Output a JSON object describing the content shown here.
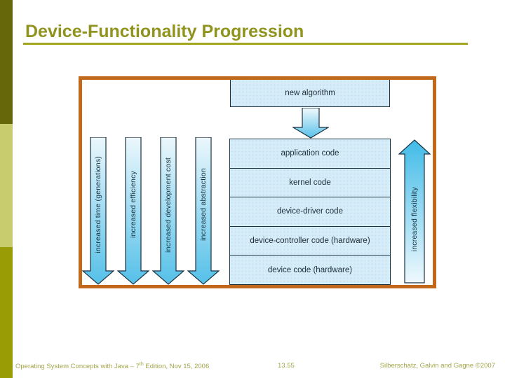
{
  "slide": {
    "title": "Device-Functionality Progression"
  },
  "diagram": {
    "top_box": "new algorithm",
    "stack_boxes": [
      "application code",
      "kernel code",
      "device-driver code",
      "device-controller code (hardware)",
      "device code (hardware)"
    ],
    "left_arrows": [
      "increased time (generations)",
      "increased efficiency",
      "increased development cost",
      "increased abstraction"
    ],
    "right_arrow": "increased flexibility"
  },
  "footer": {
    "left_prefix": "Operating System Concepts with Java – 7",
    "left_sup": "th",
    "left_suffix": " Edition, Nov 15, 2006",
    "page": "13.55",
    "right": "Silberschatz, Galvin and Gagne ©2007"
  },
  "colors": {
    "title_olive": "#90941f",
    "sidebar_dark": "#65670a",
    "sidebar_light": "#c9cc6e",
    "sidebar_mid": "#9a9c05",
    "frame_orange": "#c2681b",
    "box_fill": "#d6ecf8",
    "arrow_blue": "#57c1e9",
    "outline_dark": "#1b3240"
  }
}
